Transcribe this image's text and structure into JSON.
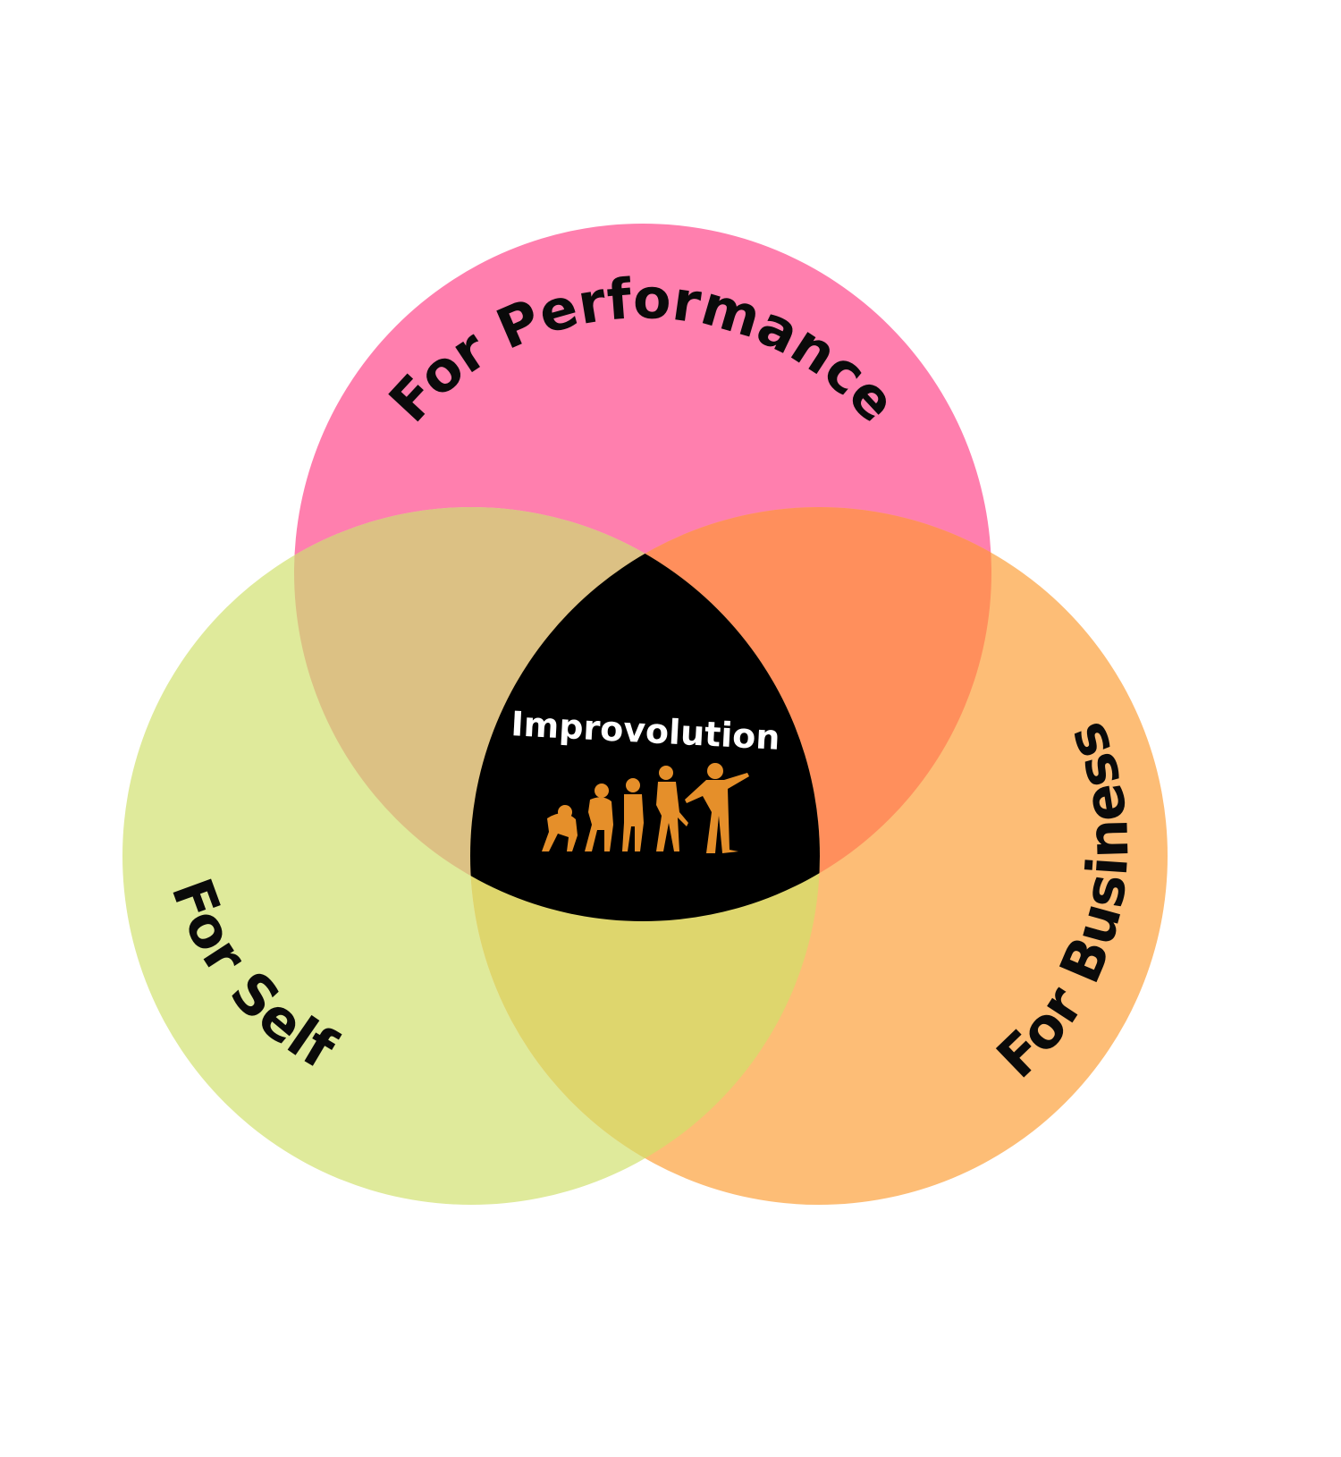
{
  "diagram": {
    "type": "venn",
    "circles": [
      {
        "id": "performance",
        "label": "For Performance",
        "color": "#ff7fae"
      },
      {
        "id": "self",
        "label": "For Self",
        "color": "#dfea9b"
      },
      {
        "id": "business",
        "label": "For Business",
        "color": "#fdbd76"
      }
    ],
    "intersections": {
      "performance_self": "#dcc184",
      "performance_business": "#ff8f5c",
      "self_business": "#ded66d",
      "all_three": "#000000"
    },
    "center": {
      "title": "Improvolution",
      "emblem_icon": "evolution-of-man-icon",
      "emblem_color": "#e58f2a"
    }
  }
}
